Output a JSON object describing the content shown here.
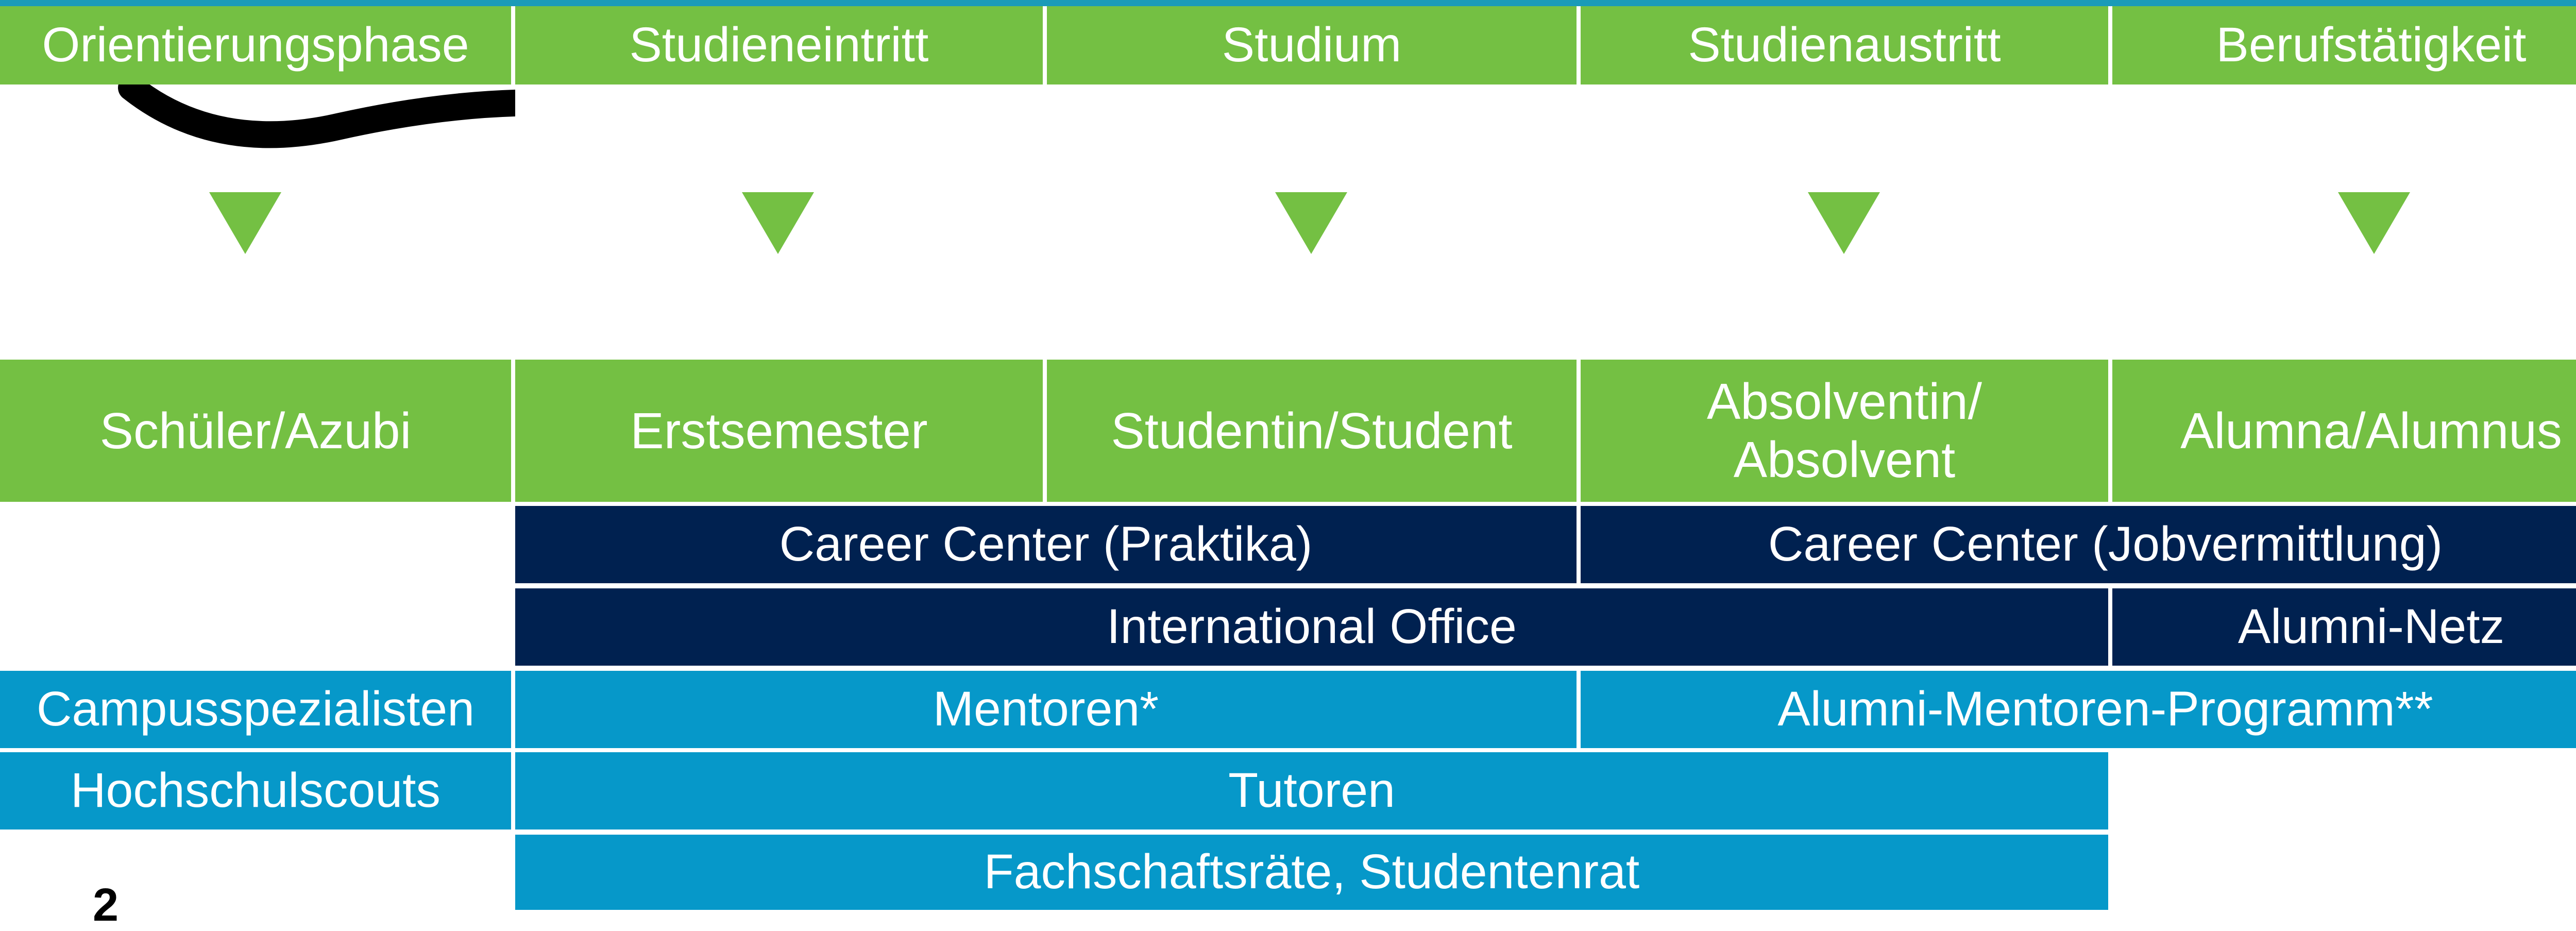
{
  "colors": {
    "green": "#74c043",
    "dark_navy": "#002150",
    "light_blue": "#0698c9",
    "text": "#ffffff"
  },
  "phases": [
    "Orientierungsphase",
    "Studieneintritt",
    "Studium",
    "Studienaustritt",
    "Berufstätigkeit"
  ],
  "roles": {
    "schueler": "Schüler/Azubi",
    "erstsemester": "Erstsemester",
    "student": "Studentin/Student",
    "absolvent_line1": "Absolventin/",
    "absolvent_line2": "Absolvent",
    "alumni": "Alumna/Alumnus"
  },
  "services": {
    "career_praktika": "Career Center (Praktika)",
    "career_jobs": "Career Center (Jobvermittlung)",
    "international_office": "International Office",
    "alumni_netz": "Alumni-Netz",
    "campusspezialisten": "Campusspezialisten",
    "mentoren": "Mentoren*",
    "alumni_mentoren": "Alumni-Mentoren-Programm**",
    "hochschulscouts": "Hochschulscouts",
    "tutoren": "Tutoren",
    "fachschaftsraete": "Fachschaftsräte, Studentenrat"
  },
  "corner_mark": "2"
}
